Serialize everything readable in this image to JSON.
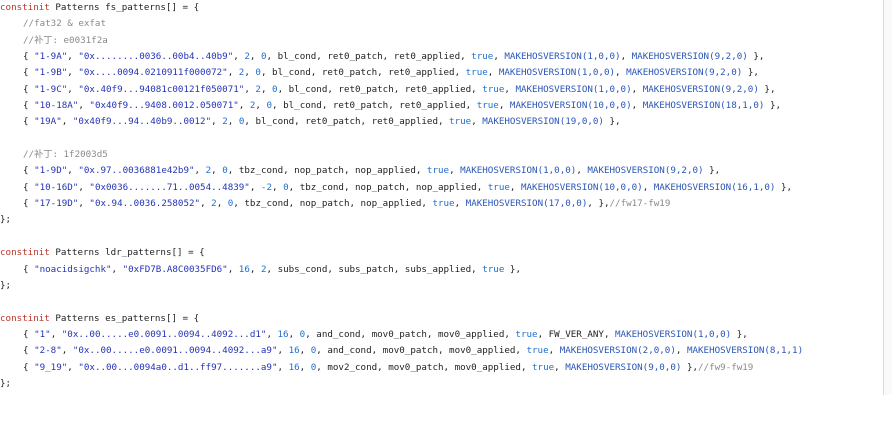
{
  "code_lines": [
    {
      "indent": false,
      "tokens": [
        [
          "kw",
          "constinit"
        ],
        [
          "pl",
          " Patterns fs_patterns[] = {"
        ]
      ]
    },
    {
      "indent": true,
      "tokens": [
        [
          "cmt",
          "//fat32 & exfat"
        ]
      ]
    },
    {
      "indent": true,
      "tokens": [
        [
          "cmt",
          "//补丁: e0031f2a"
        ]
      ]
    },
    {
      "indent": true,
      "tokens": [
        [
          "pl",
          "{ "
        ],
        [
          "str",
          "\"1-9A\""
        ],
        [
          "pl",
          ", "
        ],
        [
          "str",
          "\"0x........0036..00b4..40b9\""
        ],
        [
          "pl",
          ", "
        ],
        [
          "num",
          "2"
        ],
        [
          "pl",
          ", "
        ],
        [
          "num",
          "0"
        ],
        [
          "pl",
          ", bl_cond, ret0_patch, ret0_applied, "
        ],
        [
          "bool",
          "true"
        ],
        [
          "pl",
          ", "
        ],
        [
          "macro",
          "MAKEHOSVERSION(1,0,0)"
        ],
        [
          "pl",
          ", "
        ],
        [
          "macro",
          "MAKEHOSVERSION(9,2,0)"
        ],
        [
          "pl",
          " },"
        ]
      ]
    },
    {
      "indent": true,
      "tokens": [
        [
          "pl",
          "{ "
        ],
        [
          "str",
          "\"1-9B\""
        ],
        [
          "pl",
          ", "
        ],
        [
          "str",
          "\"0x....0094.0210911f000072\""
        ],
        [
          "pl",
          ", "
        ],
        [
          "num",
          "2"
        ],
        [
          "pl",
          ", "
        ],
        [
          "num",
          "0"
        ],
        [
          "pl",
          ", bl_cond, ret0_patch, ret0_applied, "
        ],
        [
          "bool",
          "true"
        ],
        [
          "pl",
          ", "
        ],
        [
          "macro",
          "MAKEHOSVERSION(1,0,0)"
        ],
        [
          "pl",
          ", "
        ],
        [
          "macro",
          "MAKEHOSVERSION(9,2,0)"
        ],
        [
          "pl",
          " },"
        ]
      ]
    },
    {
      "indent": true,
      "tokens": [
        [
          "pl",
          "{ "
        ],
        [
          "str",
          "\"1-9C\""
        ],
        [
          "pl",
          ", "
        ],
        [
          "str",
          "\"0x.40f9...94081c00121f050071\""
        ],
        [
          "pl",
          ", "
        ],
        [
          "num",
          "2"
        ],
        [
          "pl",
          ", "
        ],
        [
          "num",
          "0"
        ],
        [
          "pl",
          ", bl_cond, ret0_patch, ret0_applied, "
        ],
        [
          "bool",
          "true"
        ],
        [
          "pl",
          ", "
        ],
        [
          "macro",
          "MAKEHOSVERSION(1,0,0)"
        ],
        [
          "pl",
          ", "
        ],
        [
          "macro",
          "MAKEHOSVERSION(9,2,0)"
        ],
        [
          "pl",
          " },"
        ]
      ]
    },
    {
      "indent": true,
      "tokens": [
        [
          "pl",
          "{ "
        ],
        [
          "str",
          "\"10-18A\""
        ],
        [
          "pl",
          ", "
        ],
        [
          "str",
          "\"0x40f9...9408.0012.050071\""
        ],
        [
          "pl",
          ", "
        ],
        [
          "num",
          "2"
        ],
        [
          "pl",
          ", "
        ],
        [
          "num",
          "0"
        ],
        [
          "pl",
          ", bl_cond, ret0_patch, ret0_applied, "
        ],
        [
          "bool",
          "true"
        ],
        [
          "pl",
          ", "
        ],
        [
          "macro",
          "MAKEHOSVERSION(10,0,0)"
        ],
        [
          "pl",
          ", "
        ],
        [
          "macro",
          "MAKEHOSVERSION(18,1,0)"
        ],
        [
          "pl",
          " },"
        ]
      ]
    },
    {
      "indent": true,
      "tokens": [
        [
          "pl",
          "{ "
        ],
        [
          "str",
          "\"19A\""
        ],
        [
          "pl",
          ", "
        ],
        [
          "str",
          "\"0x40f9...94..40b9..0012\""
        ],
        [
          "pl",
          ", "
        ],
        [
          "num",
          "2"
        ],
        [
          "pl",
          ", "
        ],
        [
          "num",
          "0"
        ],
        [
          "pl",
          ", bl_cond, ret0_patch, ret0_applied, "
        ],
        [
          "bool",
          "true"
        ],
        [
          "pl",
          ", "
        ],
        [
          "macro",
          "MAKEHOSVERSION(19,0,0)"
        ],
        [
          "pl",
          " },"
        ]
      ]
    },
    {
      "indent": false,
      "tokens": [
        [
          "pl",
          ""
        ]
      ]
    },
    {
      "indent": true,
      "tokens": [
        [
          "cmt",
          "//补丁: 1f2003d5"
        ]
      ]
    },
    {
      "indent": true,
      "tokens": [
        [
          "pl",
          "{ "
        ],
        [
          "str",
          "\"1-9D\""
        ],
        [
          "pl",
          ", "
        ],
        [
          "str",
          "\"0x.97..0036881e42b9\""
        ],
        [
          "pl",
          ", "
        ],
        [
          "num",
          "2"
        ],
        [
          "pl",
          ", "
        ],
        [
          "num",
          "0"
        ],
        [
          "pl",
          ", tbz_cond, nop_patch, nop_applied, "
        ],
        [
          "bool",
          "true"
        ],
        [
          "pl",
          ", "
        ],
        [
          "macro",
          "MAKEHOSVERSION(1,0,0)"
        ],
        [
          "pl",
          ", "
        ],
        [
          "macro",
          "MAKEHOSVERSION(9,2,0)"
        ],
        [
          "pl",
          " },"
        ]
      ]
    },
    {
      "indent": true,
      "tokens": [
        [
          "pl",
          "{ "
        ],
        [
          "str",
          "\"10-16D\""
        ],
        [
          "pl",
          ", "
        ],
        [
          "str",
          "\"0x0036.......71..0054..4839\""
        ],
        [
          "pl",
          ", "
        ],
        [
          "num",
          "-2"
        ],
        [
          "pl",
          ", "
        ],
        [
          "num",
          "0"
        ],
        [
          "pl",
          ", tbz_cond, nop_patch, nop_applied, "
        ],
        [
          "bool",
          "true"
        ],
        [
          "pl",
          ", "
        ],
        [
          "macro",
          "MAKEHOSVERSION(10,0,0)"
        ],
        [
          "pl",
          ", "
        ],
        [
          "macro",
          "MAKEHOSVERSION(16,1,0)"
        ],
        [
          "pl",
          " },"
        ]
      ]
    },
    {
      "indent": true,
      "tokens": [
        [
          "pl",
          "{ "
        ],
        [
          "str",
          "\"17-19D\""
        ],
        [
          "pl",
          ", "
        ],
        [
          "str",
          "\"0x.94..0036.258052\""
        ],
        [
          "pl",
          ", "
        ],
        [
          "num",
          "2"
        ],
        [
          "pl",
          ", "
        ],
        [
          "num",
          "0"
        ],
        [
          "pl",
          ", tbz_cond, nop_patch, nop_applied, "
        ],
        [
          "bool",
          "true"
        ],
        [
          "pl",
          ", "
        ],
        [
          "macro",
          "MAKEHOSVERSION(17,0,0)"
        ],
        [
          "pl",
          ", },"
        ],
        [
          "cmt",
          "//fw17-fw19"
        ]
      ]
    },
    {
      "indent": false,
      "tokens": [
        [
          "pl",
          "};"
        ]
      ]
    },
    {
      "indent": false,
      "tokens": [
        [
          "pl",
          ""
        ]
      ]
    },
    {
      "indent": false,
      "tokens": [
        [
          "kw",
          "constinit"
        ],
        [
          "pl",
          " Patterns ldr_patterns[] = {"
        ]
      ]
    },
    {
      "indent": true,
      "tokens": [
        [
          "pl",
          "{ "
        ],
        [
          "str",
          "\"noacidsigchk\""
        ],
        [
          "pl",
          ", "
        ],
        [
          "str",
          "\"0xFD7B.A8C0035FD6\""
        ],
        [
          "pl",
          ", "
        ],
        [
          "num",
          "16"
        ],
        [
          "pl",
          ", "
        ],
        [
          "num",
          "2"
        ],
        [
          "pl",
          ", subs_cond, subs_patch, subs_applied, "
        ],
        [
          "bool",
          "true"
        ],
        [
          "pl",
          " },"
        ]
      ]
    },
    {
      "indent": false,
      "tokens": [
        [
          "pl",
          "};"
        ]
      ]
    },
    {
      "indent": false,
      "tokens": [
        [
          "pl",
          ""
        ]
      ]
    },
    {
      "indent": false,
      "tokens": [
        [
          "kw",
          "constinit"
        ],
        [
          "pl",
          " Patterns es_patterns[] = {"
        ]
      ]
    },
    {
      "indent": true,
      "tokens": [
        [
          "pl",
          "{ "
        ],
        [
          "str",
          "\"1\""
        ],
        [
          "pl",
          ", "
        ],
        [
          "str",
          "\"0x..00.....e0.0091..0094..4092...d1\""
        ],
        [
          "pl",
          ", "
        ],
        [
          "num",
          "16"
        ],
        [
          "pl",
          ", "
        ],
        [
          "num",
          "0"
        ],
        [
          "pl",
          ", and_cond, mov0_patch, mov0_applied, "
        ],
        [
          "bool",
          "true"
        ],
        [
          "pl",
          ", FW_VER_ANY, "
        ],
        [
          "macro",
          "MAKEHOSVERSION(1,0,0)"
        ],
        [
          "pl",
          " },"
        ]
      ]
    },
    {
      "indent": true,
      "tokens": [
        [
          "pl",
          "{ "
        ],
        [
          "str",
          "\"2-8\""
        ],
        [
          "pl",
          ", "
        ],
        [
          "str",
          "\"0x..00.....e0.0091..0094..4092...a9\""
        ],
        [
          "pl",
          ", "
        ],
        [
          "num",
          "16"
        ],
        [
          "pl",
          ", "
        ],
        [
          "num",
          "0"
        ],
        [
          "pl",
          ", and_cond, mov0_patch, mov0_applied, "
        ],
        [
          "bool",
          "true"
        ],
        [
          "pl",
          ", "
        ],
        [
          "macro",
          "MAKEHOSVERSION(2,0,0)"
        ],
        [
          "pl",
          ", "
        ],
        [
          "macro",
          "MAKEHOSVERSION(8,1,1)"
        ]
      ]
    },
    {
      "indent": true,
      "tokens": [
        [
          "pl",
          "{ "
        ],
        [
          "str",
          "\"9_19\""
        ],
        [
          "pl",
          ", "
        ],
        [
          "str",
          "\"0x..00...0094a0..d1..ff97.......a9\""
        ],
        [
          "pl",
          ", "
        ],
        [
          "num",
          "16"
        ],
        [
          "pl",
          ", "
        ],
        [
          "num",
          "0"
        ],
        [
          "pl",
          ", mov2_cond, mov0_patch, mov0_applied, "
        ],
        [
          "bool",
          "true"
        ],
        [
          "pl",
          ", "
        ],
        [
          "macro",
          "MAKEHOSVERSION(9,0,0)"
        ],
        [
          "pl",
          " },"
        ],
        [
          "cmt",
          "//fw9-fw19"
        ]
      ]
    },
    {
      "indent": false,
      "tokens": [
        [
          "pl",
          "};"
        ]
      ]
    }
  ]
}
